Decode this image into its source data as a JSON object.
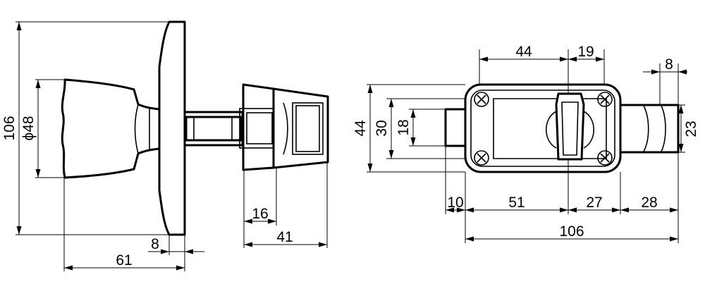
{
  "side_view": {
    "dimensions": {
      "height_overall": "106",
      "knob_diameter": "ϕ48",
      "knob_length": "61",
      "rose_thickness": "8",
      "spindle_16": "16",
      "spindle_41": "41"
    }
  },
  "front_view": {
    "dimensions": {
      "top_44": "44",
      "top_19": "19",
      "top_8": "8",
      "height_44": "44",
      "height_30": "30",
      "height_18": "18",
      "height_23": "23",
      "width_10": "10",
      "width_51": "51",
      "width_27": "27",
      "width_28": "28",
      "width_overall": "106"
    }
  }
}
